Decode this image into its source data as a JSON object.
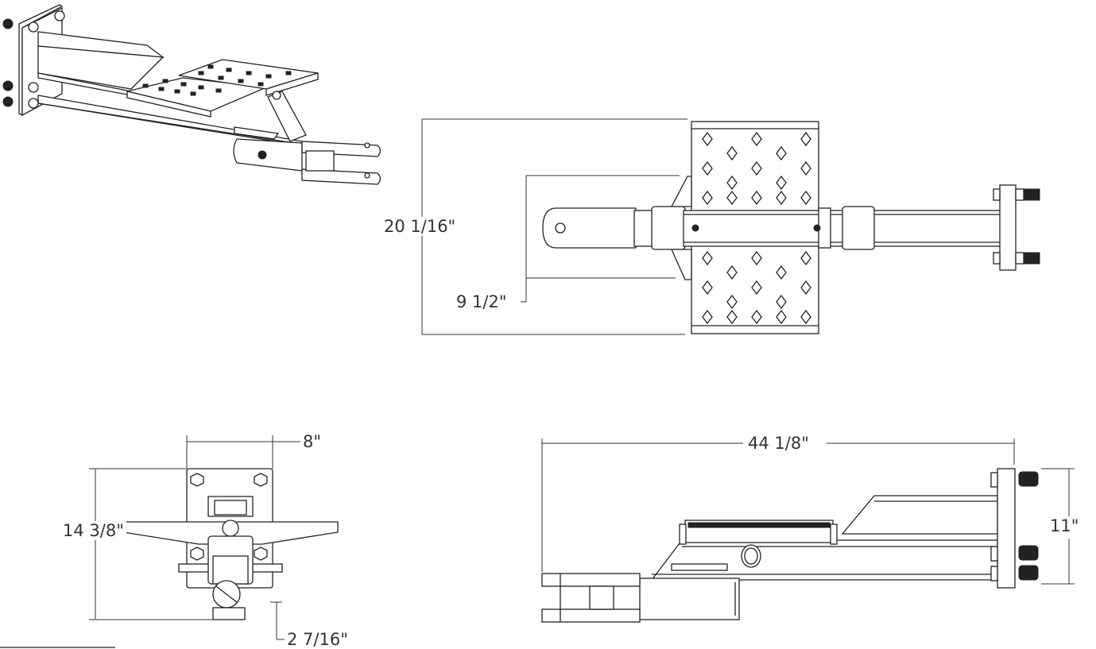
{
  "dimensions": {
    "overall_width": "20 1/16\"",
    "step_width": "9 1/2\"",
    "plate_width": "8\"",
    "front_height": "14 3/8\"",
    "pin_offset": "2 7/16\"",
    "overall_length": "44 1/8\"",
    "plate_height": "11\""
  },
  "colors": {
    "line": "#222222",
    "background": "#ffffff"
  }
}
